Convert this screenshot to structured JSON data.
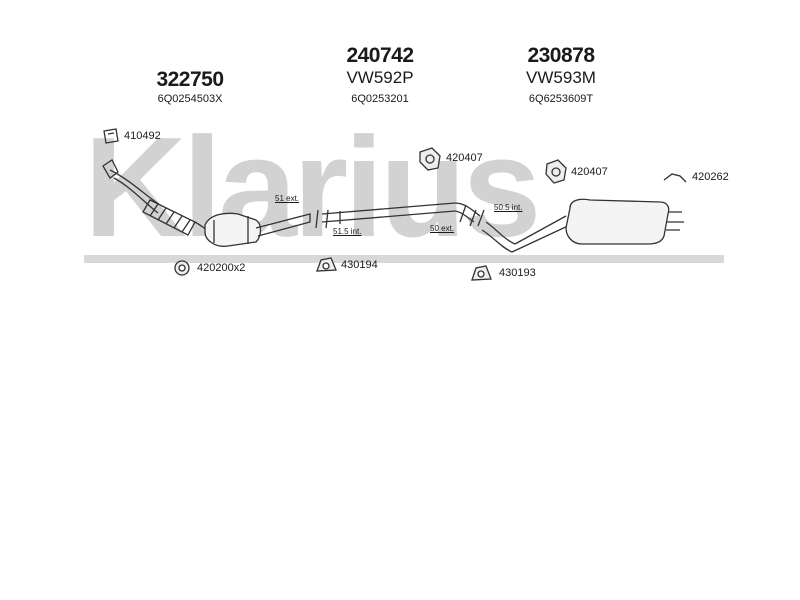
{
  "brand": {
    "name": "Klarius"
  },
  "assemblies": [
    {
      "part_number": "322750",
      "code": "",
      "oem": "6Q0254503X"
    },
    {
      "part_number": "240742",
      "code": "VW592P",
      "oem": "6Q0253201"
    },
    {
      "part_number": "230878",
      "code": "VW593M",
      "oem": "6Q6253609T"
    }
  ],
  "parts": {
    "clamp_top": "410492",
    "hanger_mid": "420407",
    "hanger_rear": "420407",
    "bracket_end": "420262",
    "gasket_pair": "420200x2",
    "mount_mid": "430194",
    "mount_rear": "430193"
  },
  "dimensions": {
    "ext_51": "51 ext.",
    "int_51_5": "51.5 int.",
    "ext_50": "50 ext.",
    "int_50_5": "50.5 int."
  }
}
